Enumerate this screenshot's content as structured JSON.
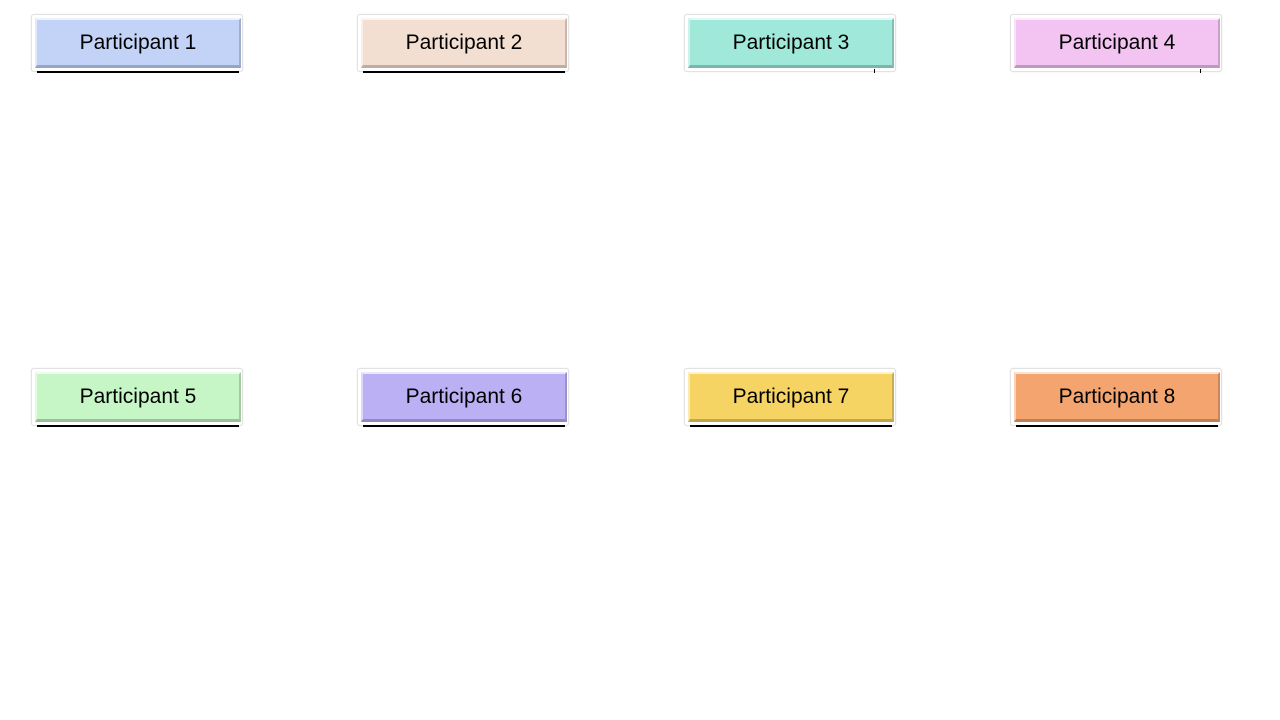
{
  "participants": [
    {
      "label": "Participant 1",
      "color": "#c3d3f7"
    },
    {
      "label": "Participant 2",
      "color": "#f3dfd1"
    },
    {
      "label": "Participant 3",
      "color": "#9fe8da"
    },
    {
      "label": "Participant 4",
      "color": "#f3c4f2"
    },
    {
      "label": "Participant 5",
      "color": "#c6f6c5"
    },
    {
      "label": "Participant 6",
      "color": "#bbb0f4"
    },
    {
      "label": "Participant 7",
      "color": "#f6d464"
    },
    {
      "label": "Participant 8",
      "color": "#f4a56f"
    }
  ]
}
